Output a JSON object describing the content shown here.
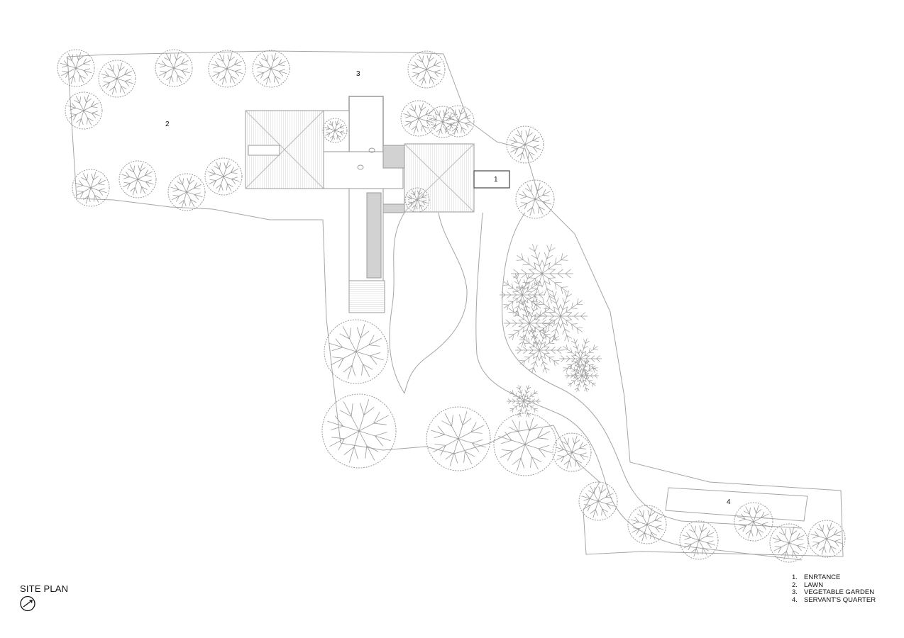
{
  "title": "SITE PLAN",
  "plan_labels": {
    "entrance": "1",
    "lawn": "2",
    "vegetable_garden": "3",
    "servants_quarter": "4"
  },
  "legend": [
    {
      "num": "1.",
      "text": "ENRTANCE"
    },
    {
      "num": "2.",
      "text": "LAWN"
    },
    {
      "num": "3.",
      "text": "VEGETABLE GARDEN"
    },
    {
      "num": "4.",
      "text": "SERVANT'S QUARTER"
    }
  ],
  "colors": {
    "line": "#a6a6a6",
    "tree": "#9a9a9a",
    "text": "#111111",
    "shade": "#d2d2d2"
  },
  "icons": {
    "north": "north-arrow-icon"
  }
}
